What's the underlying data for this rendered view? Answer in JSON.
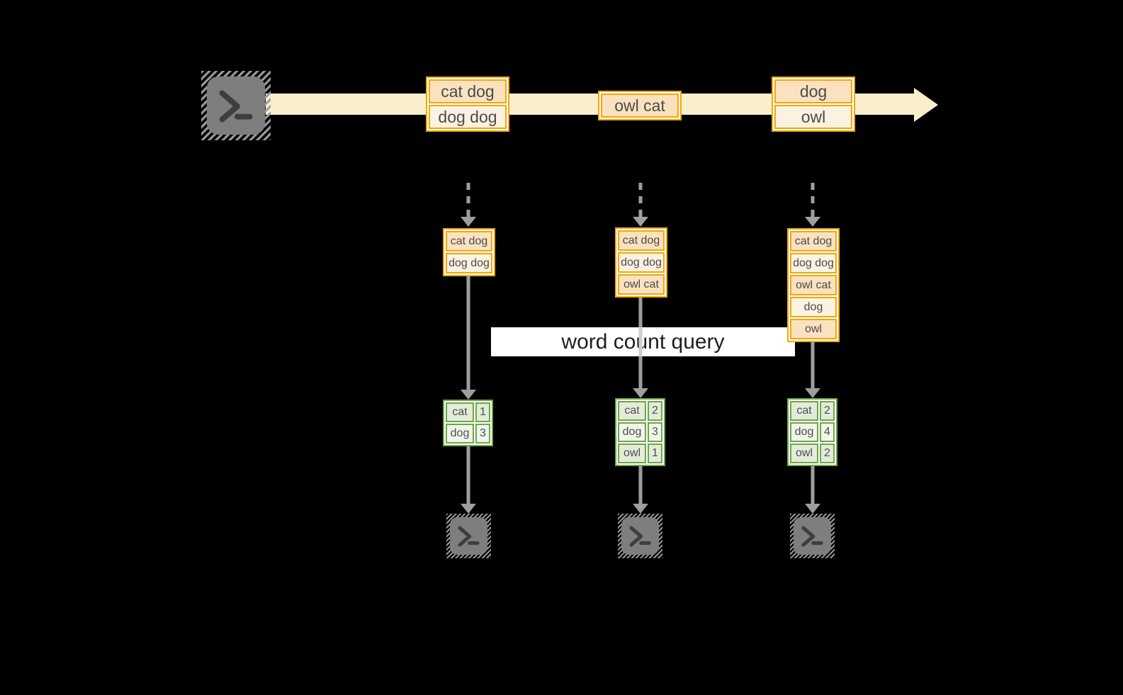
{
  "colors": {
    "background": "#000000",
    "stream_band": "#FAEFCD",
    "orange_border": "#F2A705",
    "orange_fill_dark": "#FAE2C0",
    "orange_fill_light": "#FCF2E2",
    "green_border": "#6FA747",
    "green_fill_dark": "#E2ECD8",
    "green_fill_light": "#F0F6EC",
    "arrow_gray": "#9E9E9E",
    "terminal_gray": "#7E7E7E"
  },
  "icons": {
    "source": "terminal-icon",
    "sinks": [
      "terminal-icon",
      "terminal-icon",
      "terminal-icon"
    ]
  },
  "stream": {
    "events": [
      {
        "rows": [
          "cat dog",
          "dog dog"
        ]
      },
      {
        "rows": [
          "owl cat"
        ]
      },
      {
        "rows": [
          "dog",
          "owl"
        ]
      }
    ]
  },
  "query": {
    "label": "word count query"
  },
  "columns": [
    {
      "state_rows": [
        "cat dog",
        "dog dog"
      ],
      "counts": [
        {
          "word": "cat",
          "count": "1"
        },
        {
          "word": "dog",
          "count": "3"
        }
      ]
    },
    {
      "state_rows": [
        "cat dog",
        "dog dog",
        "owl cat"
      ],
      "counts": [
        {
          "word": "cat",
          "count": "2"
        },
        {
          "word": "dog",
          "count": "3"
        },
        {
          "word": "owl",
          "count": "1"
        }
      ]
    },
    {
      "state_rows": [
        "cat dog",
        "dog dog",
        "owl cat",
        "dog",
        "owl"
      ],
      "counts": [
        {
          "word": "cat",
          "count": "2"
        },
        {
          "word": "dog",
          "count": "4"
        },
        {
          "word": "owl",
          "count": "2"
        }
      ]
    }
  ]
}
